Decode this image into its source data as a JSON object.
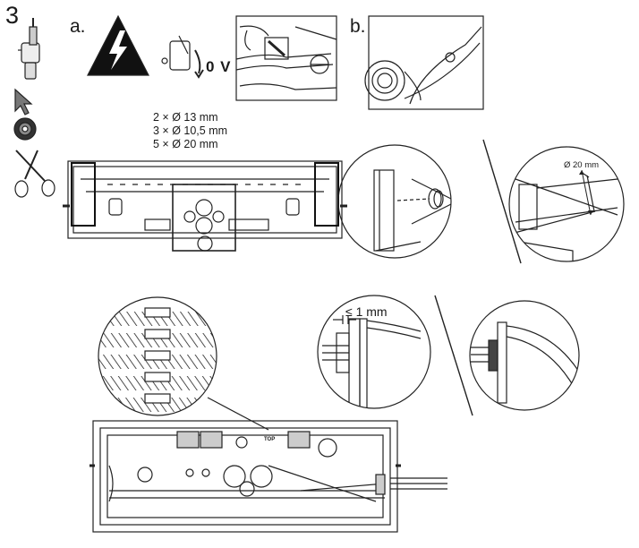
{
  "step": {
    "number": "3"
  },
  "labels": {
    "a": "a.",
    "b": "b."
  },
  "voltage": "0 V",
  "hole_specs": [
    "2 × Ø 13 mm",
    "3 × Ø 10,5 mm",
    "5 × Ø 20 mm"
  ],
  "diameter_label": "Ø 20 mm",
  "gap_label": "≤ 1 mm",
  "top_label": "TOP",
  "icons": [
    "drill-icon",
    "cursor-icon",
    "grommet-icon",
    "scissors-icon",
    "high-voltage-warning-icon",
    "switch-off-icon"
  ]
}
